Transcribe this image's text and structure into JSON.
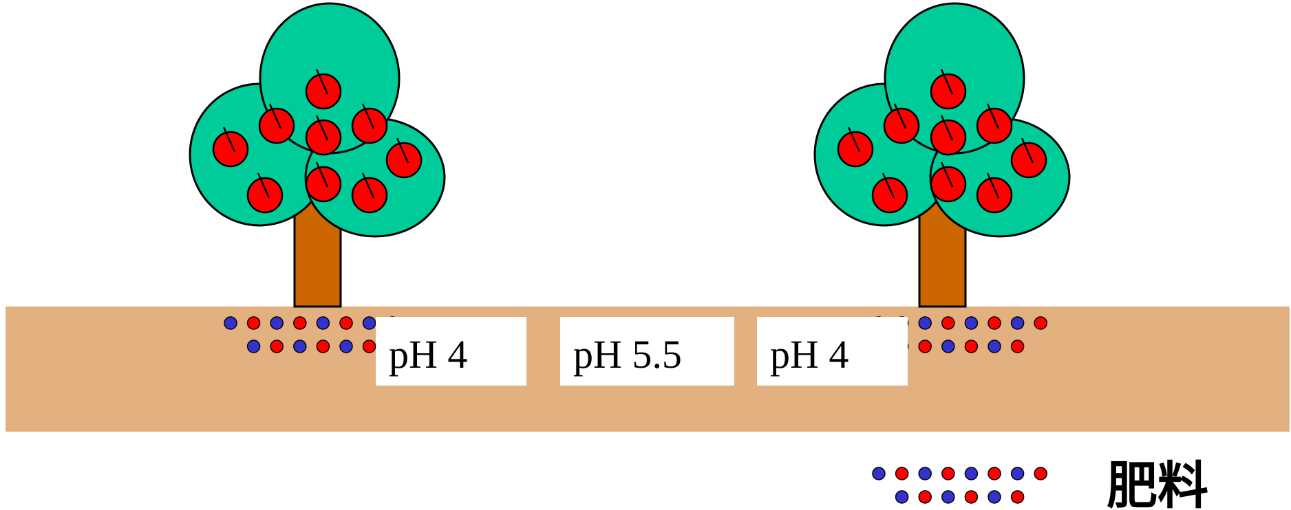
{
  "colors": {
    "background": "#ffffff",
    "soil": "#e3b080",
    "trunk": "#cc6600",
    "foliage": "#00cc99",
    "apple": "#ff0000",
    "fertilizer_blue": "#3333cc",
    "fertilizer_red": "#ff0000",
    "label_box": "#ffffff",
    "outline": "#000000"
  },
  "trees": [
    {
      "name": "left-tree",
      "apple_count": 9
    },
    {
      "name": "right-tree",
      "apple_count": 9
    }
  ],
  "ph_labels": [
    {
      "name": "ph-label-left",
      "text": "pH 4"
    },
    {
      "name": "ph-label-middle",
      "text": "pH 5.5"
    },
    {
      "name": "ph-label-right",
      "text": "pH 4"
    }
  ],
  "fertilizer": {
    "row1_colors": [
      "blue",
      "red",
      "blue",
      "red",
      "blue",
      "red",
      "blue",
      "red"
    ],
    "row2_colors": [
      "blue",
      "red",
      "blue",
      "red",
      "blue",
      "red"
    ]
  },
  "legend": {
    "label": "肥料"
  }
}
